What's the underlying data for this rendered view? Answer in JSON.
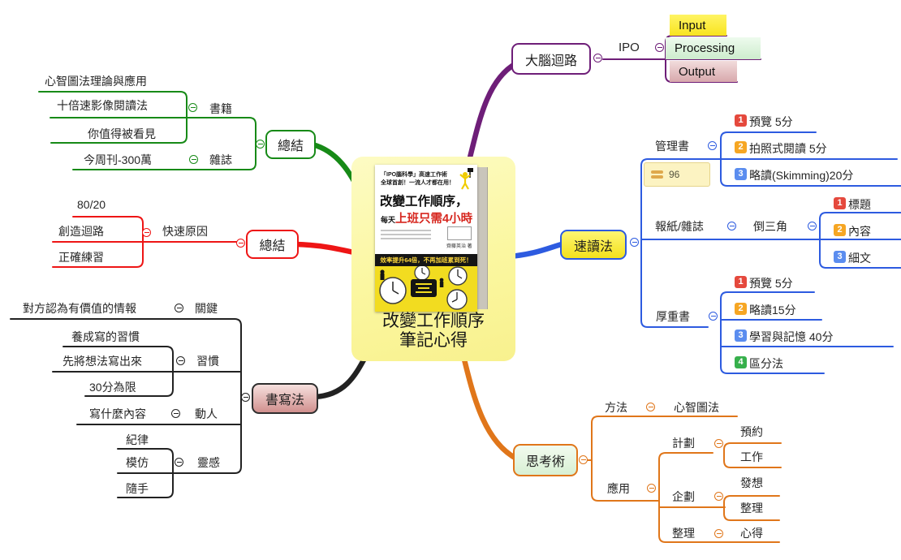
{
  "colors": {
    "purple": "#6e1e78",
    "blue": "#2d5be0",
    "orange": "#e0761a",
    "green": "#178a17",
    "red": "#ee1515",
    "black": "#222222"
  },
  "center": {
    "line1": "改變工作順序",
    "line2": "筆記心得"
  },
  "book": {
    "tag1": "「IPO腦科學」高速工作術",
    "tag2": "全球首創！一流人才都在用！",
    "title1": "改變工作順序，",
    "title2a": "每天",
    "title2b": "上班只需4小時",
    "author": "齊藤英治 著",
    "banner": "效率提升64倍，不再加班累到死！"
  },
  "brain": {
    "topic": "大腦迴路",
    "ipo": "IPO",
    "leaves": [
      {
        "label": "Input"
      },
      {
        "label": "Processing"
      },
      {
        "label": "Output"
      }
    ]
  },
  "speed": {
    "topic": "速讀法",
    "note": "96",
    "mgmt": {
      "label": "管理書",
      "steps": [
        {
          "n": "1",
          "t": "預覽 5分"
        },
        {
          "n": "2",
          "t": "拍照式閱讀 5分"
        },
        {
          "n": "3",
          "t": "略讀(Skimming)20分"
        }
      ]
    },
    "news": {
      "label": "報紙/雜誌",
      "sub": "倒三角",
      "steps": [
        {
          "n": "1",
          "t": "標題"
        },
        {
          "n": "2",
          "t": "內容"
        },
        {
          "n": "3",
          "t": "細文"
        }
      ]
    },
    "thick": {
      "label": "厚重書",
      "steps": [
        {
          "n": "1",
          "t": "預覽 5分"
        },
        {
          "n": "2",
          "t": "略讀15分"
        },
        {
          "n": "3",
          "t": "學習與記憶 40分"
        },
        {
          "n": "4",
          "t": "區分法"
        }
      ]
    }
  },
  "think": {
    "topic": "思考術",
    "method": {
      "label": "方法",
      "child": "心智圖法"
    },
    "apply": {
      "label": "應用",
      "plan": {
        "label": "計劃",
        "c1": "預約",
        "c2": "工作"
      },
      "proposal": {
        "label": "企劃",
        "c1": "發想",
        "c2": "整理"
      },
      "organize": {
        "label": "整理",
        "child": "心得"
      }
    }
  },
  "summary1": {
    "topic": "總結",
    "books": {
      "label": "書籍",
      "c1": "心智圖法理論與應用",
      "c2": "十倍速影像閱讀法",
      "c3": "你值得被看見"
    },
    "mag": {
      "label": "雜誌",
      "child": "今周刊-300萬"
    }
  },
  "summary2": {
    "topic": "總結",
    "reason": {
      "label": "快速原因",
      "c1": "80/20",
      "c2": "創造迴路",
      "c3": "正確練習"
    }
  },
  "write": {
    "topic": "書寫法",
    "key": {
      "label": "關鍵",
      "child": "對方認為有價值的情報"
    },
    "habit": {
      "label": "習慣",
      "c1": "養成寫的習慣",
      "c2": "先將想法寫出來",
      "c3": "30分為限"
    },
    "move": {
      "label": "動人",
      "child": "寫什麼內容"
    },
    "insp": {
      "label": "靈感",
      "c1": "紀律",
      "c2": "模仿",
      "c3": "隨手"
    }
  }
}
